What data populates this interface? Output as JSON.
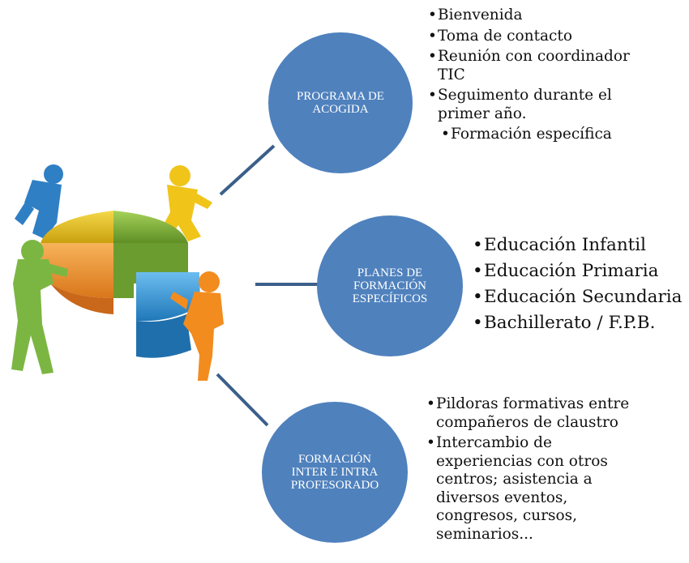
{
  "nodes": [
    {
      "line1": "PROGRAMA DE",
      "line2": "ACOGIDA",
      "bullets": [
        "Bienvenida",
        "Toma de contacto",
        "Reunión con coordinador TIC",
        "Seguimento durante el primer año.",
        "Formación específica"
      ]
    },
    {
      "line1": "PLANES DE",
      "line2": "FORMACIÓN",
      "line3": "ESPECÍFICOS",
      "bullets": [
        "Educación Infantil",
        "Educación Primaria",
        "Educación Secundaria",
        "Bachillerato / F.P.B."
      ]
    },
    {
      "line1": "FORMACIÓN",
      "line2": "INTER E INTRA",
      "line3": "PROFESORADO",
      "bullets": [
        "Pildoras formativas entre compañeros de claustro",
        "Intercambio de experiencias con otros centros; asistencia a diversos eventos, congresos, cursos, seminarios..."
      ]
    }
  ],
  "colors": {
    "node_fill": "#4f81bd",
    "connector": "#3b5f8a",
    "puzzle_yellow": "#e8c21a",
    "puzzle_green": "#8cbf3f",
    "puzzle_orange": "#f29a2e",
    "puzzle_blue": "#3fa0dc",
    "figure_blue": "#2f7fc4",
    "figure_yellow": "#f0c419",
    "figure_green": "#7bb642",
    "figure_orange": "#f28c1f"
  },
  "icons": [
    "puzzle-teamwork-icon"
  ]
}
